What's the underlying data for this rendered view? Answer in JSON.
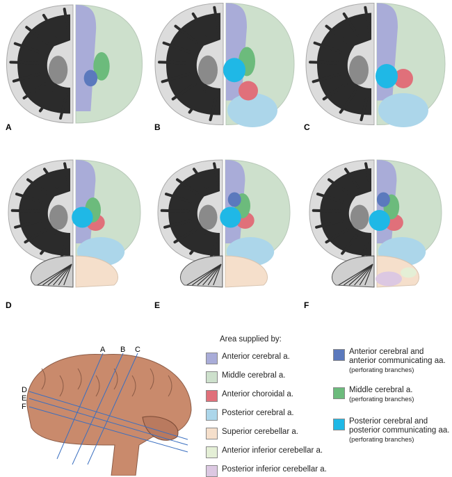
{
  "panel_labels": [
    "A",
    "B",
    "C",
    "D",
    "E",
    "F"
  ],
  "sagittal_labels": {
    "vertical": [
      "A",
      "B",
      "C"
    ],
    "horizontal": [
      "D",
      "E",
      "F"
    ]
  },
  "legend": {
    "title": "Area supplied by:",
    "items": [
      {
        "label": "Anterior cerebral a.",
        "color": "#a9acd8"
      },
      {
        "label": "Middle cerebral a.",
        "color": "#cde0cc"
      },
      {
        "label": "Anterior choroidal a.",
        "color": "#e0707a"
      },
      {
        "label": "Posterior cerebral a.",
        "color": "#acd6ea"
      },
      {
        "label": "Superior cerebellar a.",
        "color": "#f5dfcb"
      },
      {
        "label": "Anterior inferior cerebellar a.",
        "color": "#e4efd6"
      },
      {
        "label": "Posterior inferior cerebellar a.",
        "color": "#dcc8e2"
      }
    ],
    "perforating": [
      {
        "label": "Anterior cerebral and",
        "label2": "anterior communicating aa.",
        "sub": "(perforating branches)",
        "color": "#5b79bd"
      },
      {
        "label": "Middle cerebral a.",
        "label2": "",
        "sub": "(perforating branches)",
        "color": "#6cbb7c"
      },
      {
        "label": "Posterior cerebral and",
        "label2": "posterior communicating aa.",
        "sub": "(perforating branches)",
        "color": "#1fb8e6"
      }
    ]
  }
}
